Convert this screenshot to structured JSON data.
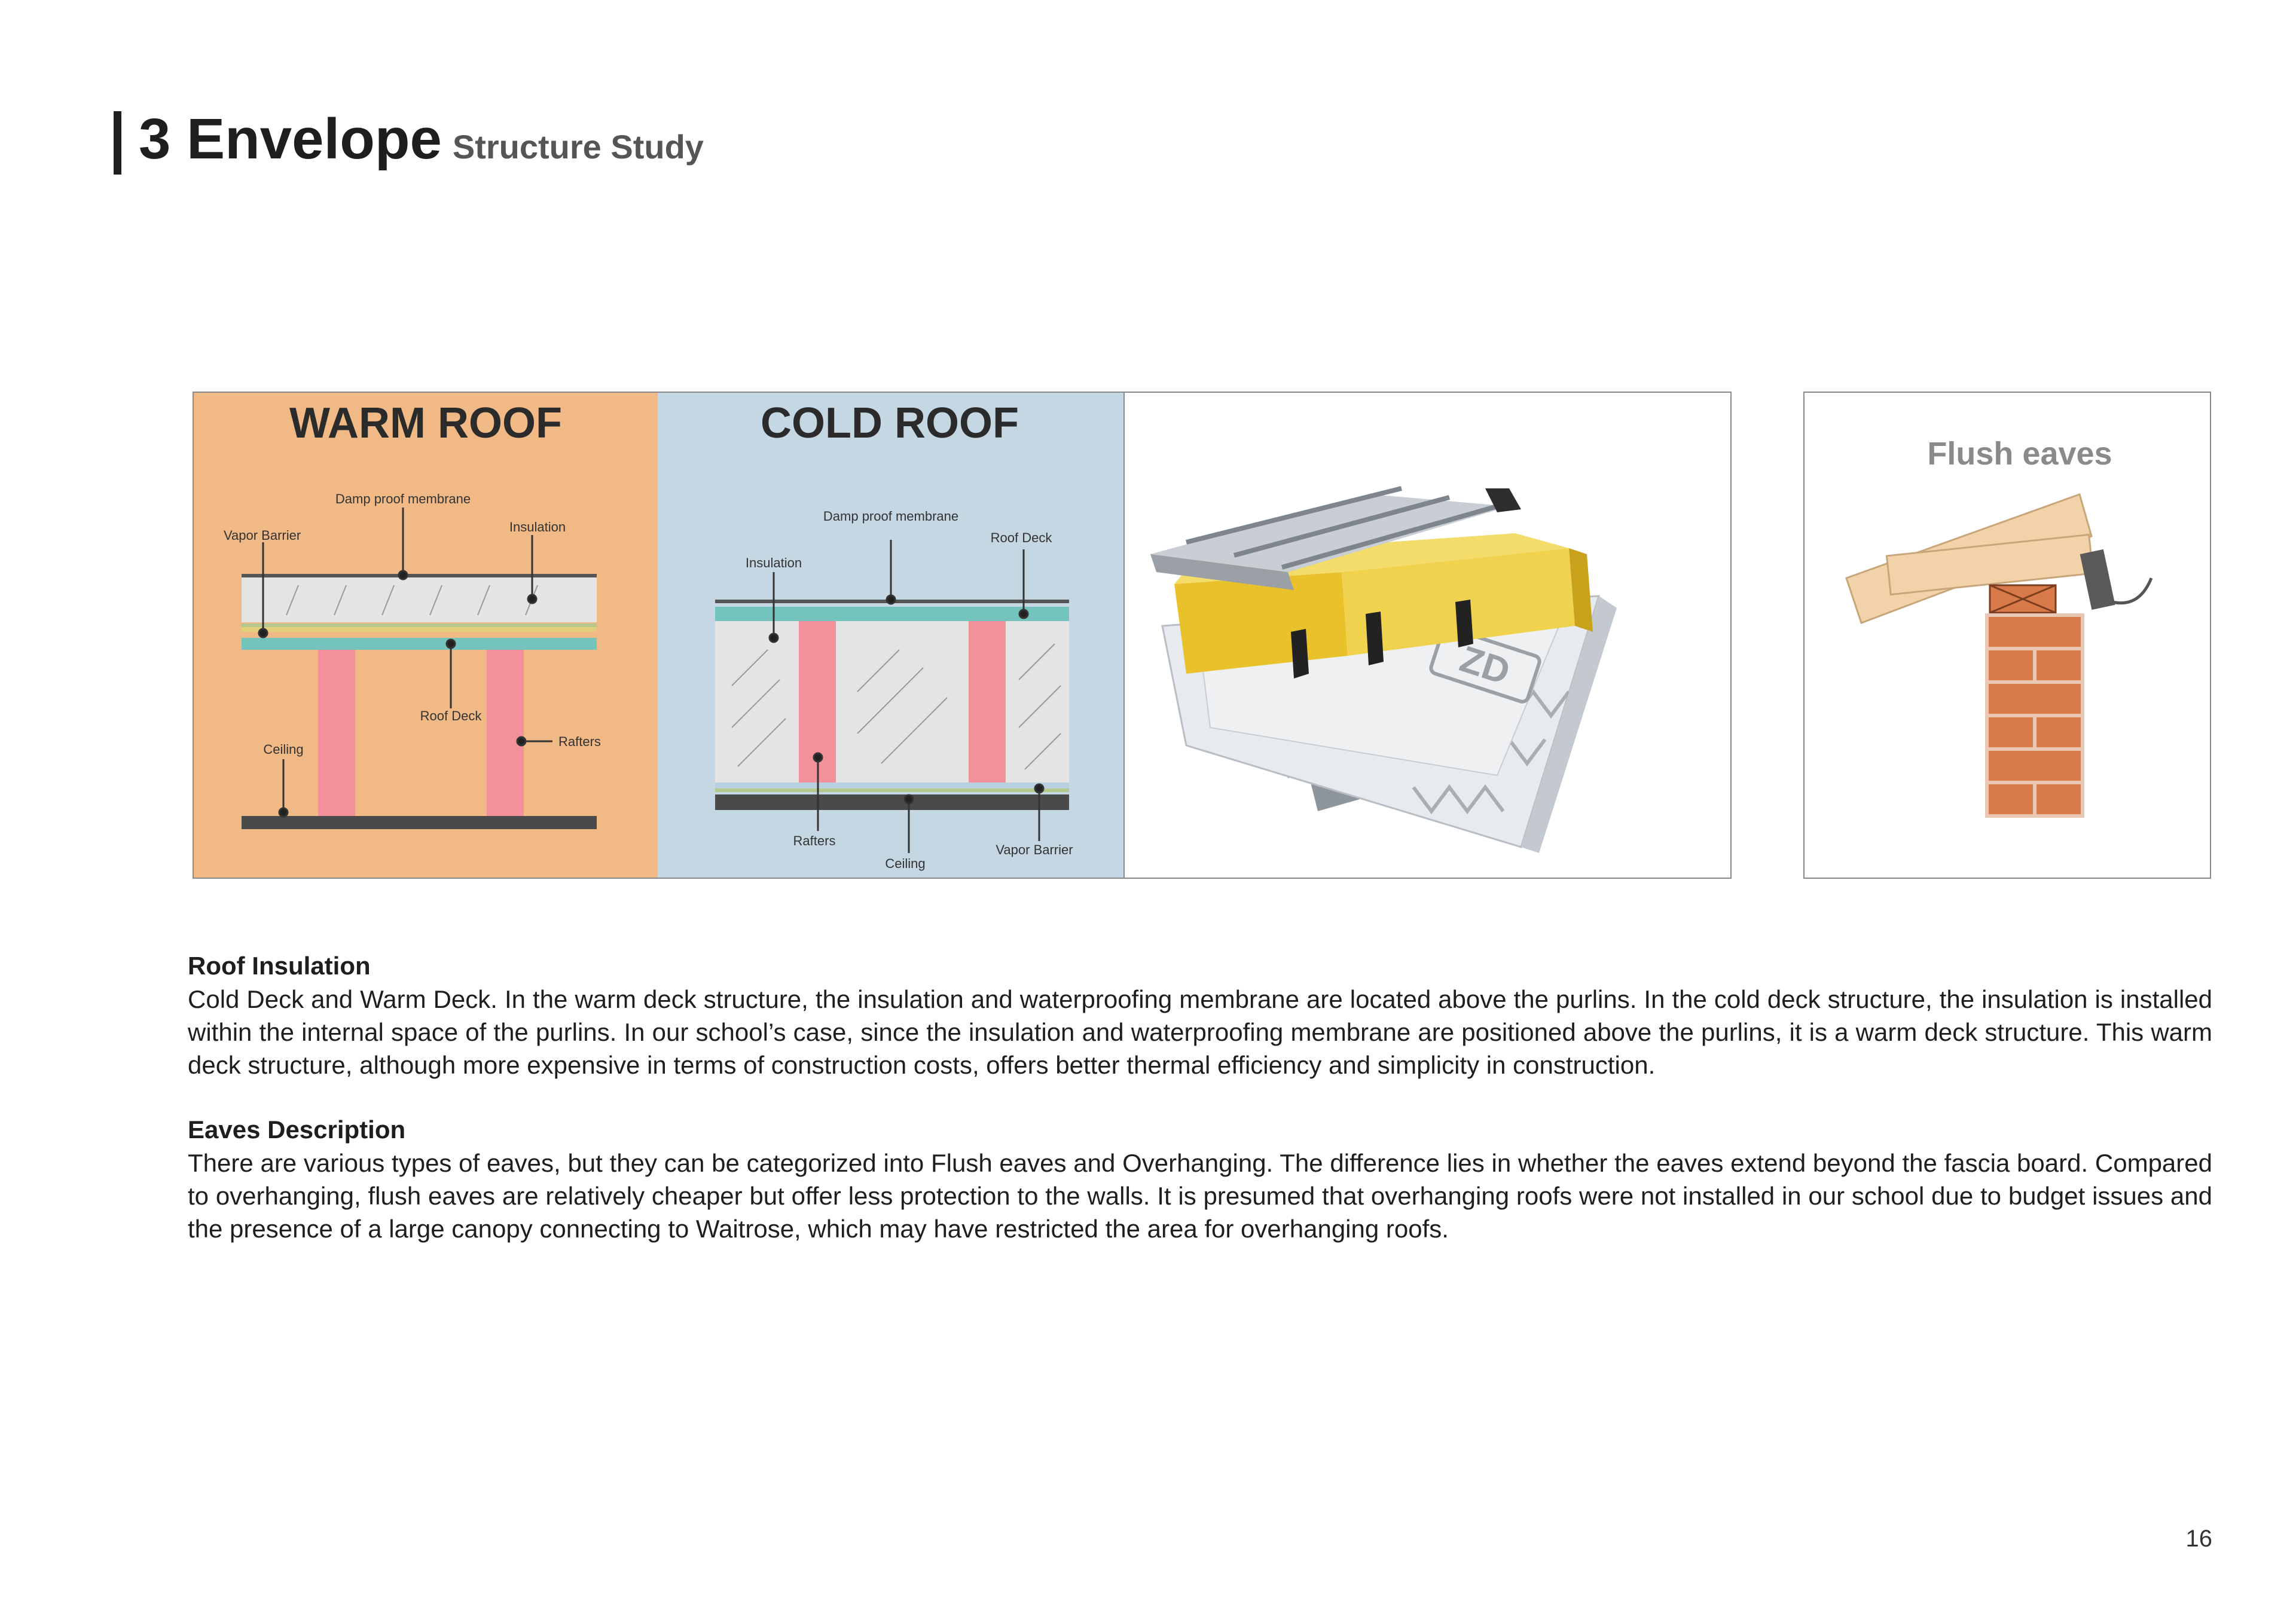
{
  "header": {
    "section": "3 Envelope",
    "subtitle": "Structure Study"
  },
  "figures": {
    "warm_roof": {
      "title": "WARM ROOF",
      "labels": {
        "damp": "Damp proof membrane",
        "vapor": "Vapor Barrier",
        "insulation": "Insulation",
        "roof_deck": "Roof Deck",
        "ceiling": "Ceiling",
        "rafters": "Rafters"
      }
    },
    "cold_roof": {
      "title": "COLD ROOF",
      "labels": {
        "damp": "Damp proof membrane",
        "roof_deck": "Roof Deck",
        "insulation": "Insulation",
        "rafters": "Rafters",
        "ceiling": "Ceiling",
        "vapor": "Vapor Barrier"
      }
    },
    "panel_logo": "ZD",
    "eaves_title": "Flush eaves"
  },
  "sections": {
    "roof": {
      "heading": "Roof Insulation",
      "body": "Cold Deck and Warm Deck. In the warm deck structure, the insulation and waterproofing membrane are located above the purlins. In the cold deck structure, the insulation is installed within the internal space of the purlins. In our school’s case, since the insulation and waterproofing membrane are positioned above the purlins, it is a warm deck structure. This warm deck structure, although more expensive in terms of construction costs, offers better thermal efficiency and simplicity in construction."
    },
    "eaves": {
      "heading": "Eaves Description",
      "body": "There are various types of eaves, but they can be categorized into Flush eaves and Overhanging. The difference lies in whether the eaves extend beyond the fascia board. Compared to overhanging, flush eaves are relatively cheaper but offer less protection to the walls. It is presumed that overhanging roofs were not installed in our school due to budget issues and the presence of a large canopy connecting to Waitrose, which may have restricted the area for overhanging roofs."
    }
  },
  "page_number": "16",
  "colors": {
    "warm_bg": "#f0b985",
    "cold_bg": "#c5d7e3",
    "rafter": "#f29199",
    "teal": "#74c4bd",
    "dark": "#4a4a4a",
    "insulation_yellow": "#e9c22b",
    "brick": "#d97a4a"
  }
}
